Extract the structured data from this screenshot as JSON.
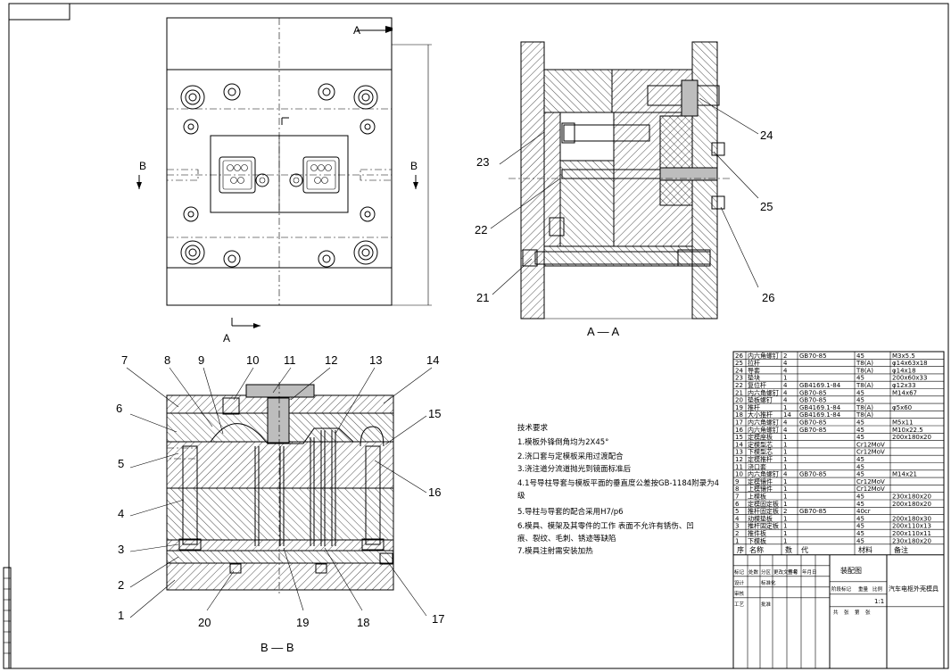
{
  "views": {
    "top_section_a": "A",
    "top_section_b": "B",
    "section_aa_caption": "A — A",
    "section_bb_caption": "B — B"
  },
  "callouts_aa": [
    "23",
    "22",
    "21",
    "24",
    "25",
    "26"
  ],
  "callouts_bb_top": [
    "7",
    "8",
    "9",
    "10",
    "11",
    "12",
    "13",
    "14"
  ],
  "callouts_bb_left": [
    "6",
    "5",
    "4",
    "3",
    "2",
    "1"
  ],
  "callouts_bb_right": [
    "15",
    "16",
    "17"
  ],
  "callouts_bb_bottom": [
    "20",
    "19",
    "18"
  ],
  "tech_notes": {
    "title": "技术要求",
    "lines": [
      "1.模板外锋倒角均为2X45°",
      "2.浇口套与定模板采用过渡配合",
      "3.浇注道分流道抛光到镜面标准后",
      "4.1号导柱导套与模板平面的垂直度公差按GB-1184附录为4",
      "级",
      "5.导柱与导套的配合采用H7/p6",
      "6.模具、模架及其零件的工作  表面不允许有锈伤、凹",
      "痕、裂纹、毛刺、锈迹等缺陷",
      "7.模具注射需安装加热"
    ]
  },
  "bom": {
    "rows": [
      {
        "no": "26",
        "name": "内六角螺钉",
        "qty": "2",
        "std": "GB70-85",
        "mat": "45",
        "spec": "M3x5.5"
      },
      {
        "no": "25",
        "name": "拉杆",
        "qty": "4",
        "std": "",
        "mat": "T8(A)",
        "spec": "φ14x63x18"
      },
      {
        "no": "24",
        "name": "导套",
        "qty": "4",
        "std": "",
        "mat": "T8(A)",
        "spec": "φ14x18"
      },
      {
        "no": "23",
        "name": "垫块",
        "qty": "1",
        "std": "",
        "mat": "45",
        "spec": "200x60x33"
      },
      {
        "no": "22",
        "name": "复位杆",
        "qty": "4",
        "std": "GB4169.1-84",
        "mat": "T8(A)",
        "spec": "φ12x33"
      },
      {
        "no": "21",
        "name": "内六角螺钉",
        "qty": "4",
        "std": "GB70-85",
        "mat": "45",
        "spec": "M14x67"
      },
      {
        "no": "20",
        "name": "垫板螺钉",
        "qty": "4",
        "std": "GB70-85",
        "mat": "45",
        "spec": ""
      },
      {
        "no": "19",
        "name": "推杆",
        "qty": "1",
        "std": "GB4169.1-84",
        "mat": "T8(A)",
        "spec": "φ5x60"
      },
      {
        "no": "18",
        "name": "大小推杆",
        "qty": "14",
        "std": "GB4169.1-84",
        "mat": "T8(A)",
        "spec": ""
      },
      {
        "no": "17",
        "name": "内六角螺钉",
        "qty": "4",
        "std": "GB70-85",
        "mat": "45",
        "spec": "M5x11"
      },
      {
        "no": "16",
        "name": "内六角螺钉",
        "qty": "4",
        "std": "GB70-85",
        "mat": "45",
        "spec": "M10x22.5"
      },
      {
        "no": "15",
        "name": "定模座板",
        "qty": "1",
        "std": "",
        "mat": "45",
        "spec": "200x180x20"
      },
      {
        "no": "14",
        "name": "定模型芯",
        "qty": "1",
        "std": "",
        "mat": "Cr12MoV",
        "spec": ""
      },
      {
        "no": "13",
        "name": "下模型芯",
        "qty": "1",
        "std": "",
        "mat": "Cr12MoV",
        "spec": ""
      },
      {
        "no": "12",
        "name": "定模推杆",
        "qty": "1",
        "std": "",
        "mat": "45",
        "spec": ""
      },
      {
        "no": "11",
        "name": "浇口套",
        "qty": "1",
        "std": "",
        "mat": "45",
        "spec": ""
      },
      {
        "no": "10",
        "name": "内六角螺钉",
        "qty": "4",
        "std": "GB70-85",
        "mat": "45",
        "spec": "M14x21"
      },
      {
        "no": "9",
        "name": "定模镶件",
        "qty": "1",
        "std": "",
        "mat": "Cr12MoV",
        "spec": ""
      },
      {
        "no": "8",
        "name": "上模镶件",
        "qty": "1",
        "std": "",
        "mat": "Cr12MoV",
        "spec": ""
      },
      {
        "no": "7",
        "name": "上模板",
        "qty": "1",
        "std": "",
        "mat": "45",
        "spec": "230x180x20"
      },
      {
        "no": "6",
        "name": "定模固定板",
        "qty": "1",
        "std": "",
        "mat": "45",
        "spec": "200x180x20"
      },
      {
        "no": "5",
        "name": "推杆固定板",
        "qty": "2",
        "std": "GB70-85",
        "mat": "40cr",
        "spec": ""
      },
      {
        "no": "4",
        "name": "动模垫板",
        "qty": "1",
        "std": "",
        "mat": "45",
        "spec": "200x180x30"
      },
      {
        "no": "3",
        "name": "推杆固定板",
        "qty": "1",
        "std": "",
        "mat": "45",
        "spec": "200x110x13"
      },
      {
        "no": "2",
        "name": "推件板",
        "qty": "1",
        "std": "",
        "mat": "45",
        "spec": "200x110x11"
      },
      {
        "no": "1",
        "name": "下模板",
        "qty": "1",
        "std": "",
        "mat": "45",
        "spec": "230x180x20"
      }
    ],
    "header": [
      "序",
      "名称",
      "数",
      "代",
      "材料",
      "备注"
    ],
    "title_block": {
      "drawing_name": "装配图",
      "product": "汽车电枢外壳模具",
      "scale": "1:1",
      "cells": [
        "标记",
        "处数",
        "分区",
        "更改文件号",
        "签名",
        "年月日",
        "设计",
        "标准化",
        "阶段标记",
        "重量",
        "比例",
        "审核",
        "工艺",
        "批准",
        "共",
        "张",
        "第",
        "张"
      ]
    }
  }
}
